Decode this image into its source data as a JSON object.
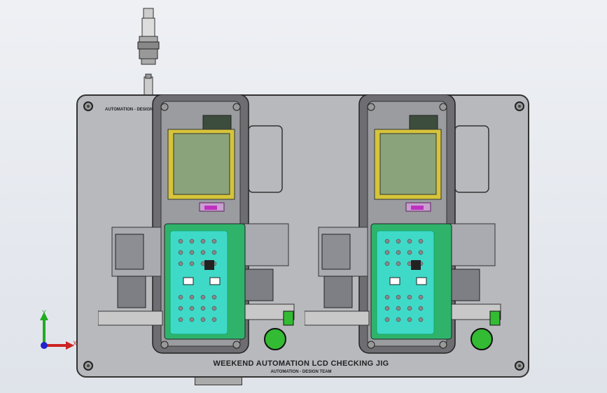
{
  "drawing": {
    "title": "WEEKEND AUTOMATION LCD CHECKING JIG",
    "subtitle": "AUTOMATION - DESIGN TEAM",
    "corner_label": "AUTOMATION - DESIGN"
  },
  "triad": {
    "y_label": "Y",
    "x_label": "X",
    "icon": "coordinate-triad-icon"
  },
  "colors": {
    "plate": "#b7b9bd",
    "lcd": "#8aa37a",
    "lcd_frame": "#d6c43a",
    "keypad": "#3fd9c8",
    "pcb": "#2fb36b",
    "button": "#33bb33"
  }
}
